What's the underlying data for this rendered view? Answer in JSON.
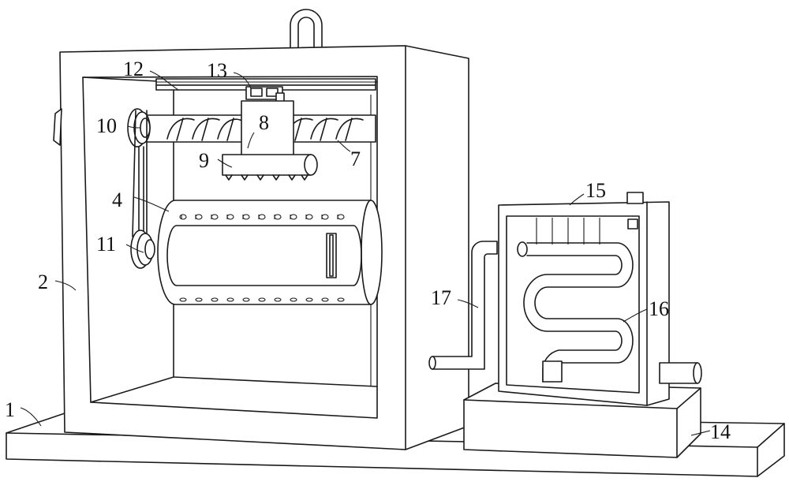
{
  "colors": {
    "line": "#1a1a1a",
    "background": "#ffffff"
  },
  "labels": {
    "l1": "1",
    "l2": "2",
    "l4": "4",
    "l7": "7",
    "l8": "8",
    "l9": "9",
    "l10": "10",
    "l11": "11",
    "l12": "12",
    "l13": "13",
    "l14": "14",
    "l15": "15",
    "l16": "16",
    "l17": "17"
  }
}
